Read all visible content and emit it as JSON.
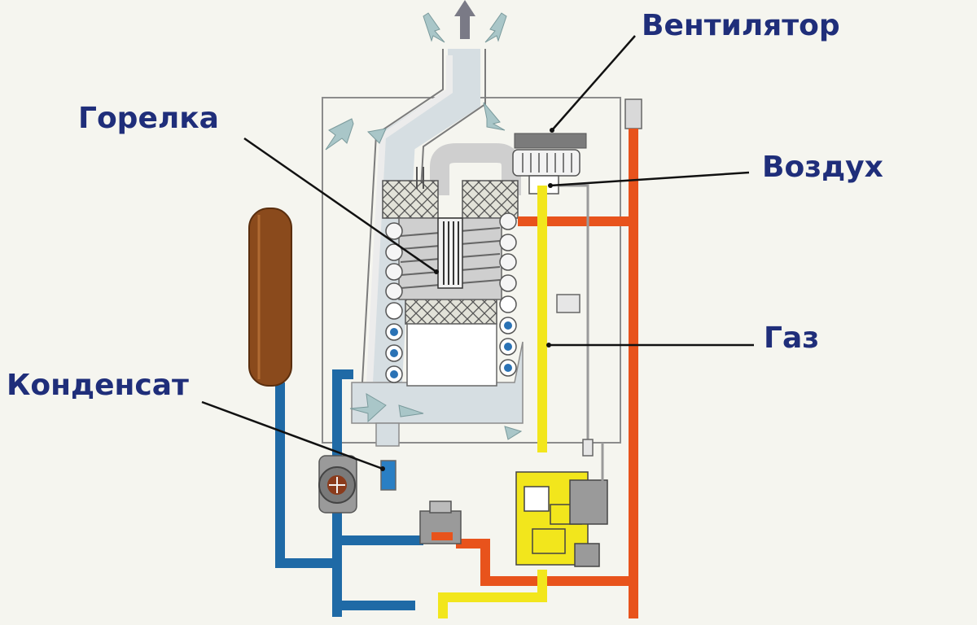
{
  "labels": {
    "fan": "Вентилятор",
    "burner": "Горелка",
    "air": "Воздух",
    "gas": "Газ",
    "condensate": "Конденсат"
  },
  "colors": {
    "background": "#f5f5ef",
    "label_text": "#1f2e7a",
    "gas_pipe": "#f2e61c",
    "hot_water_pipe": "#e8531c",
    "cold_water_pipe": "#1f6aa6",
    "expansion_tank": "#8a4a1c",
    "duct": "#d6dee2",
    "flow_arrow": "#a9c6c8",
    "exhaust_arrow": "#7a7a86"
  }
}
